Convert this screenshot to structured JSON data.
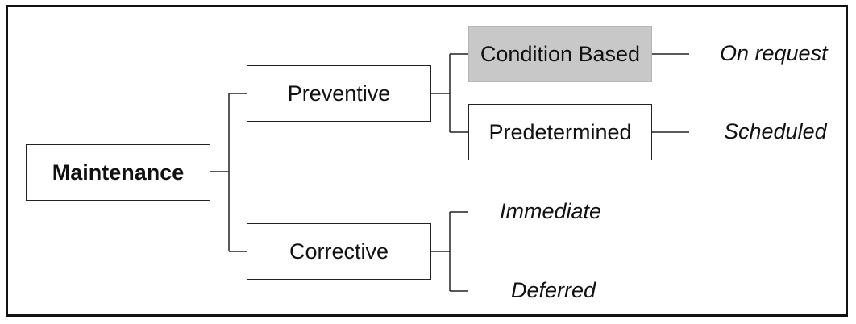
{
  "diagram": {
    "root": {
      "label": "Maintenance"
    },
    "branches": {
      "preventive": {
        "label": "Preventive",
        "children": {
          "condition_based": {
            "label": "Condition Based",
            "note": "On request",
            "highlighted": true
          },
          "predetermined": {
            "label": "Predetermined",
            "note": "Scheduled"
          }
        }
      },
      "corrective": {
        "label": "Corrective",
        "children": {
          "immediate": {
            "label": "Immediate"
          },
          "deferred": {
            "label": "Deferred"
          }
        }
      }
    },
    "colors": {
      "line": "#222222",
      "highlight_fill": "#c8c8c8",
      "frame": "#111111"
    }
  }
}
